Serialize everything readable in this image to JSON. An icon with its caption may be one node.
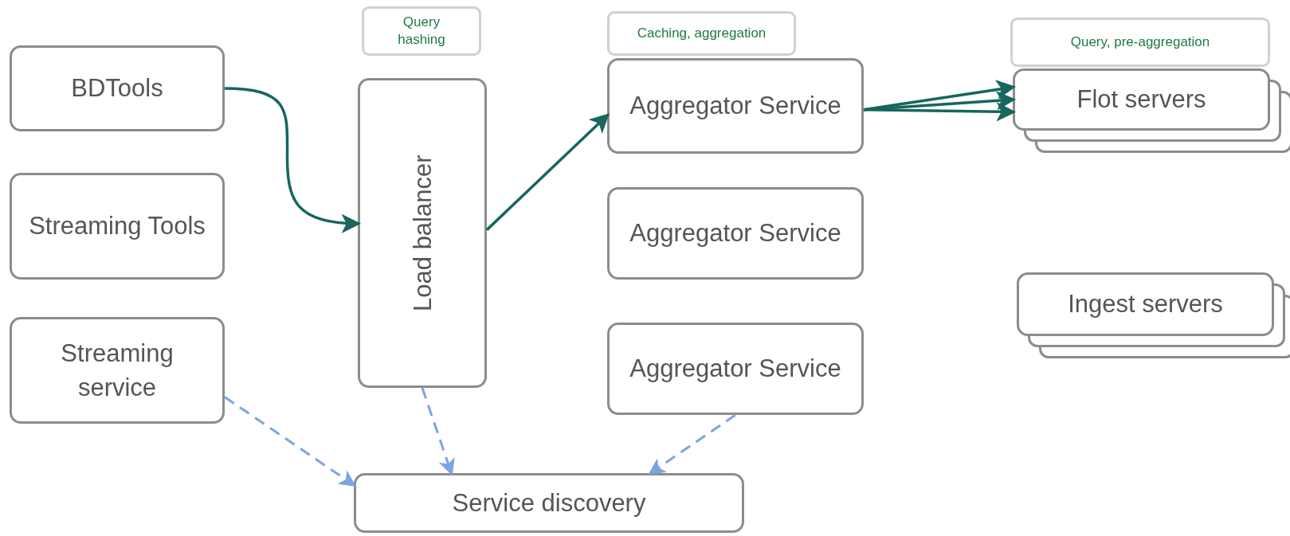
{
  "diagram": {
    "nodes": [
      {
        "text": [
          "BDTools"
        ]
      },
      {
        "text": [
          "Streaming Tools"
        ]
      },
      {
        "text": [
          "Streaming service"
        ]
      },
      {
        "text": [
          "Query hashing"
        ]
      },
      {
        "text": [
          "Load balancer"
        ]
      },
      {
        "text": [
          "Caching, aggregation"
        ]
      },
      {
        "text": [
          "Aggregator Service"
        ]
      },
      {
        "text": [
          "Aggregator Service"
        ]
      },
      {
        "text": [
          "Aggregator Service"
        ]
      },
      {
        "text": [
          "Query, pre-aggregation"
        ]
      },
      {
        "text": [
          "Flot servers"
        ]
      },
      {
        "text": [
          "Ingest servers"
        ]
      },
      {
        "text": [
          "Service discovery"
        ]
      }
    ],
    "edges": [
      {
        "from": 0,
        "to": 4,
        "arrow": "to"
      },
      {
        "from": 4,
        "to": 6,
        "arrow": "to"
      },
      {
        "from": 6,
        "to": 10,
        "arrow": "to"
      },
      {
        "from": 6,
        "to": 10,
        "arrow": "to"
      },
      {
        "from": 6,
        "to": 10,
        "arrow": "to"
      },
      {
        "from": 2,
        "to": 12,
        "arrow": "to",
        "style": "dashed",
        "color": "#7ba4e3"
      },
      {
        "from": 4,
        "to": 12,
        "arrow": "to",
        "style": "dashed",
        "color": "#7ba4e3"
      },
      {
        "from": 8,
        "to": 12,
        "arrow": "to",
        "style": "dashed",
        "color": "#7ba4e3"
      }
    ]
  }
}
